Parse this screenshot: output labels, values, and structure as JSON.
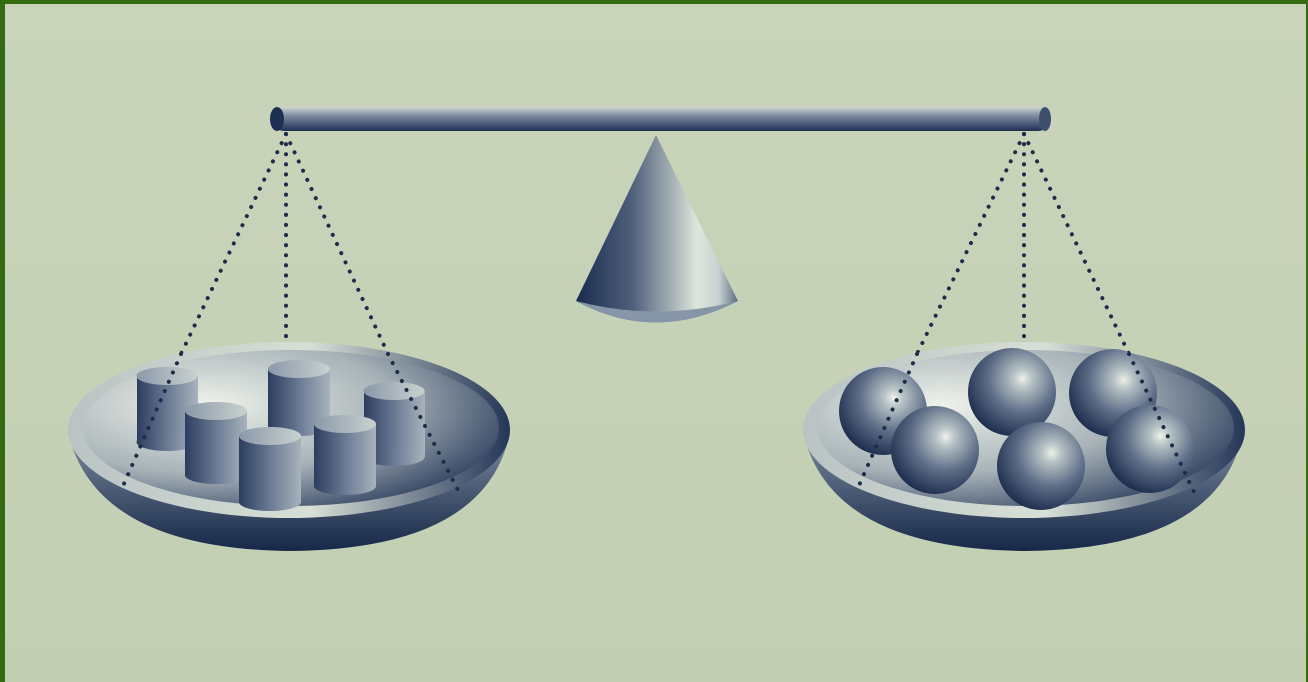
{
  "illustration": {
    "subject": "balance-scale",
    "left_pan": {
      "object_kind": "cylinder",
      "count": 6
    },
    "right_pan": {
      "object_kind": "sphere",
      "count": 6
    },
    "colors": {
      "background": "#c4d0b4",
      "frame": "#336b10",
      "metal_dark": "#1b2d4f",
      "metal_light": "#dfe6dc",
      "chain": "#1c2d4a"
    }
  }
}
